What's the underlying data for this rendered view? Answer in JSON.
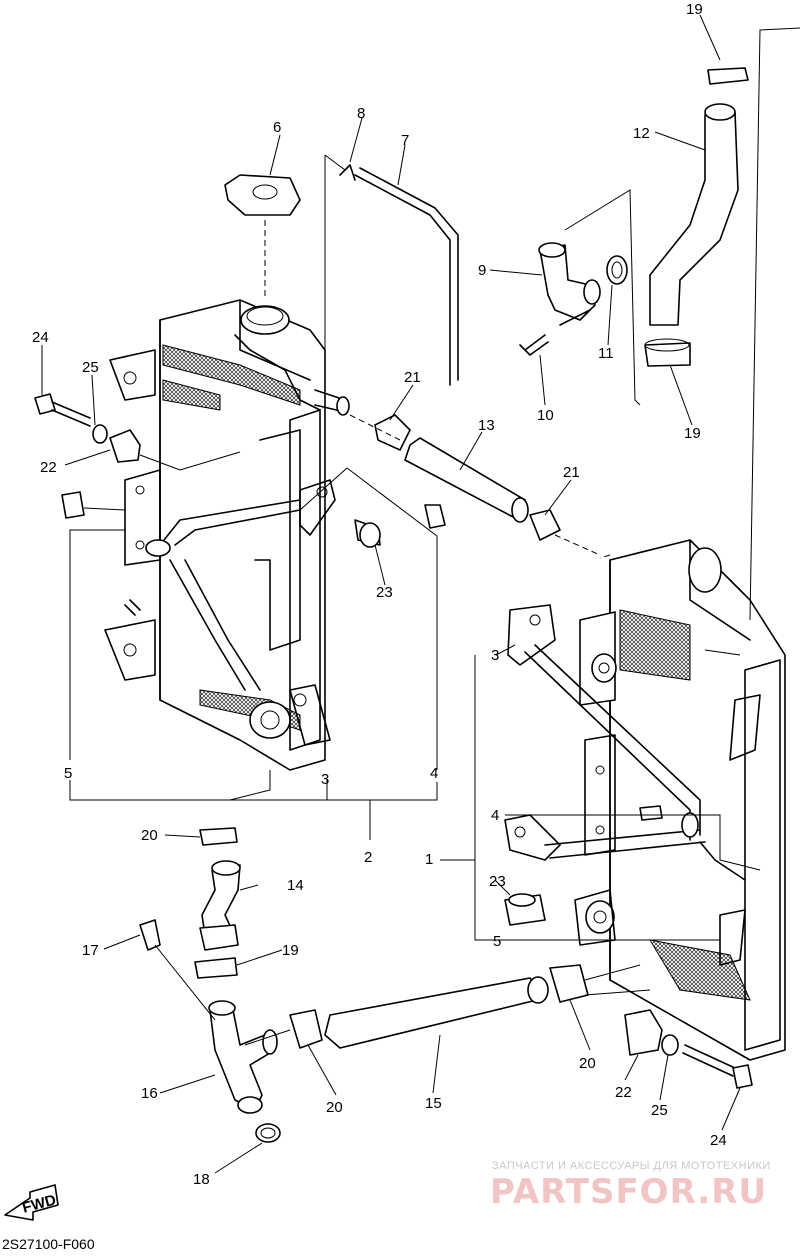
{
  "callouts": [
    {
      "id": "c19a",
      "text": "19"
    },
    {
      "id": "c12",
      "text": "12"
    },
    {
      "id": "c8",
      "text": "8"
    },
    {
      "id": "c7",
      "text": "7"
    },
    {
      "id": "c6",
      "text": "6"
    },
    {
      "id": "c9",
      "text": "9"
    },
    {
      "id": "c11",
      "text": "11"
    },
    {
      "id": "c24a",
      "text": "24"
    },
    {
      "id": "c25a",
      "text": "25"
    },
    {
      "id": "c10",
      "text": "10"
    },
    {
      "id": "c19b",
      "text": "19"
    },
    {
      "id": "c21a",
      "text": "21"
    },
    {
      "id": "c13",
      "text": "13"
    },
    {
      "id": "c22a",
      "text": "22"
    },
    {
      "id": "c21b",
      "text": "21"
    },
    {
      "id": "c23a",
      "text": "23"
    },
    {
      "id": "c3a",
      "text": "3"
    },
    {
      "id": "c5a",
      "text": "5"
    },
    {
      "id": "c3b",
      "text": "3"
    },
    {
      "id": "c4a",
      "text": "4"
    },
    {
      "id": "c4b",
      "text": "4"
    },
    {
      "id": "c20a",
      "text": "20"
    },
    {
      "id": "c2",
      "text": "2"
    },
    {
      "id": "c1",
      "text": "1"
    },
    {
      "id": "c14",
      "text": "14"
    },
    {
      "id": "c23b",
      "text": "23"
    },
    {
      "id": "c5b",
      "text": "5"
    },
    {
      "id": "c17",
      "text": "17"
    },
    {
      "id": "c19c",
      "text": "19"
    },
    {
      "id": "c16",
      "text": "16"
    },
    {
      "id": "c20b",
      "text": "20"
    },
    {
      "id": "c15",
      "text": "15"
    },
    {
      "id": "c20c",
      "text": "20"
    },
    {
      "id": "c22b",
      "text": "22"
    },
    {
      "id": "c25b",
      "text": "25"
    },
    {
      "id": "c24b",
      "text": "24"
    },
    {
      "id": "c18",
      "text": "18"
    }
  ],
  "fwd_label": "FWD",
  "reference_code": "2S27100-F060",
  "watermark": {
    "tagline": "ЗАПЧАСТИ И АКСЕССУАРЫ ДЛЯ МОТОТЕХНИКИ",
    "brand": "PARTSFOR.RU"
  }
}
